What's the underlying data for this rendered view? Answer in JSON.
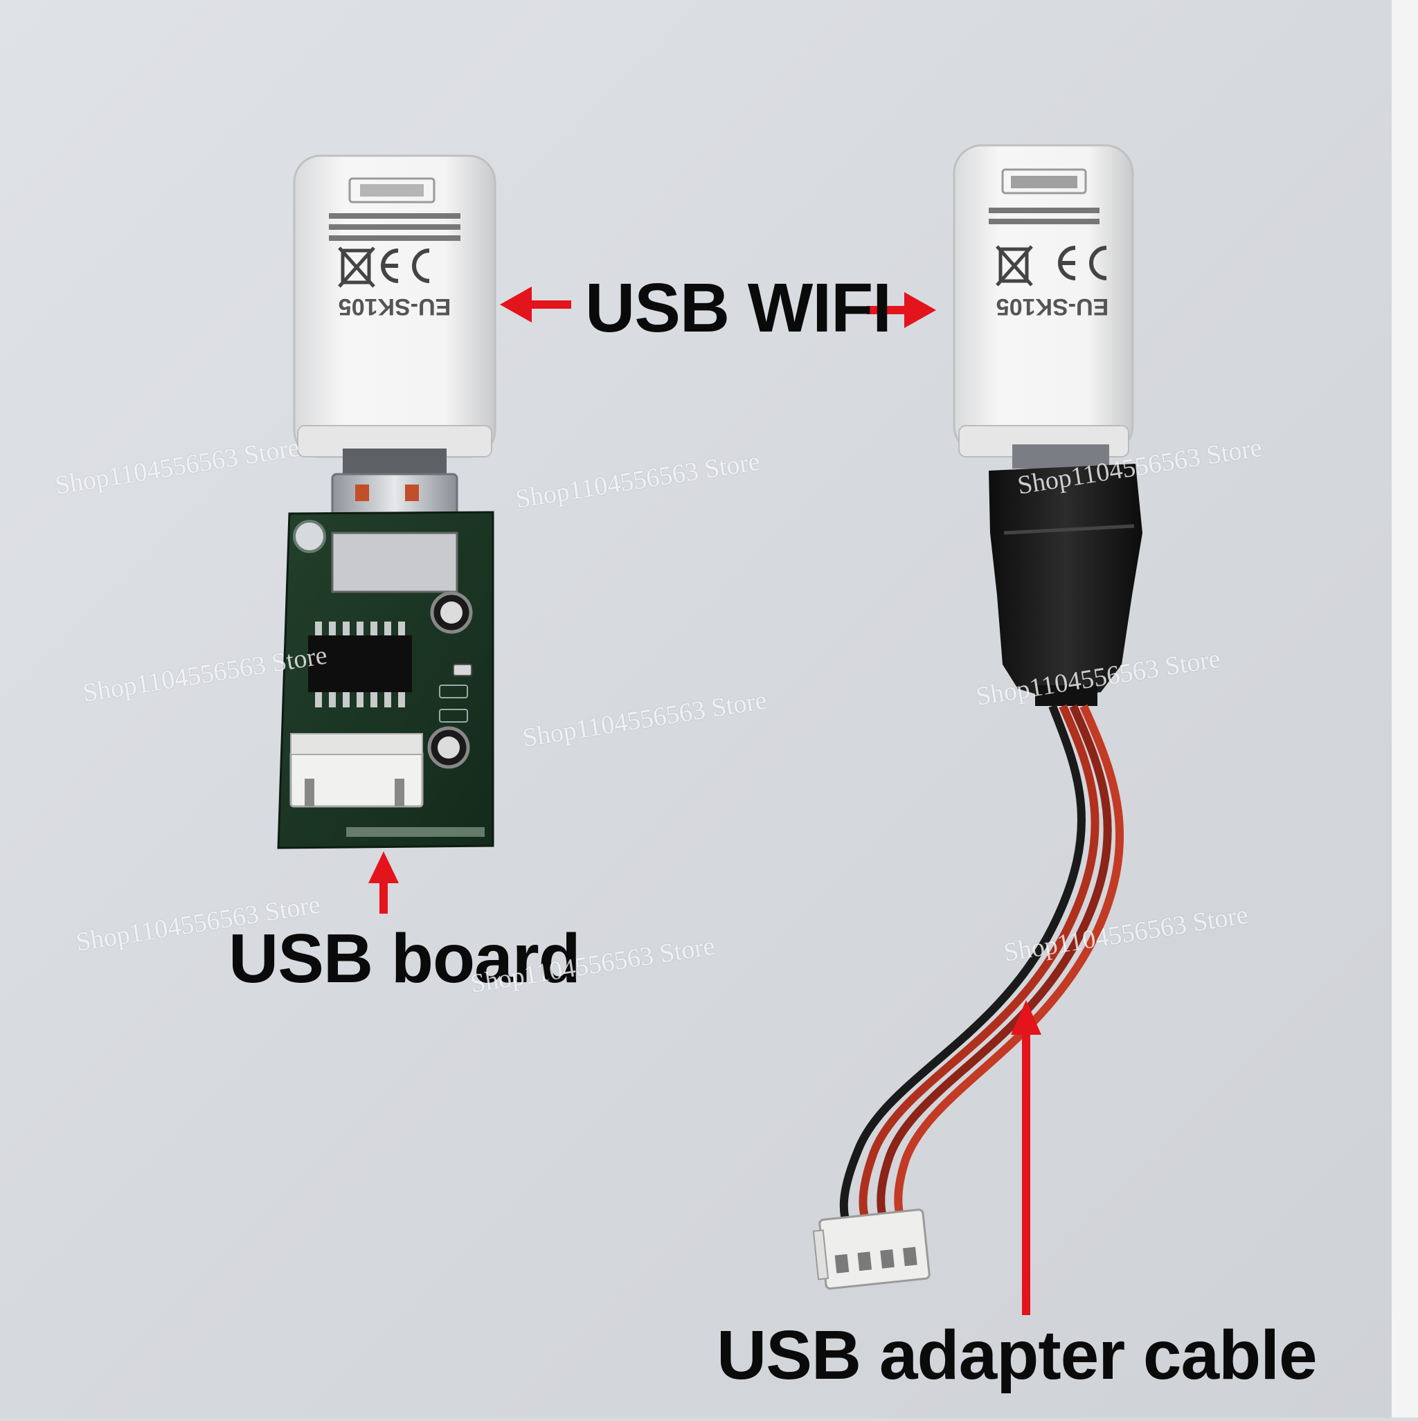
{
  "labels": {
    "wifi": "USB WIFI",
    "board": "USB board",
    "cable": "USB adapter cable"
  },
  "dongles": {
    "model": "EU-SK105"
  },
  "watermark": {
    "text": "Shop1104556563 Store"
  },
  "colors": {
    "background": "#d8dbe0",
    "arrow": "#e3141b",
    "pcb": "#1c3a26",
    "dongle": "#f1f1f1",
    "cable_red": "#b0301e",
    "cable_black": "#1a1a1a"
  }
}
